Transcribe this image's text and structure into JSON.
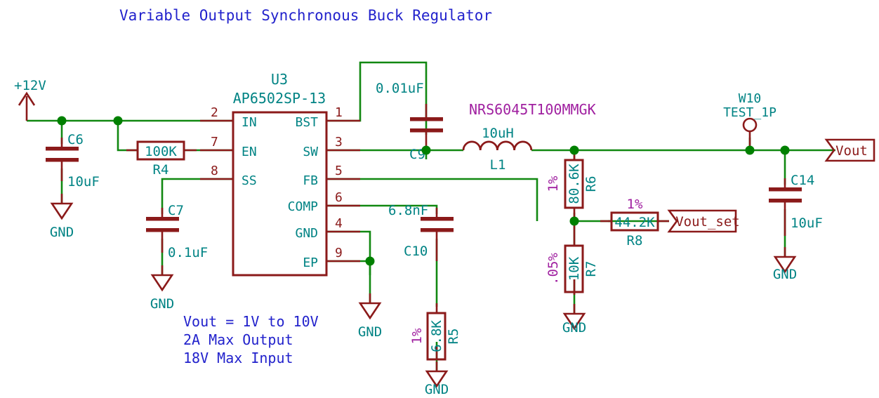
{
  "sheet": {
    "title": "Variable Output Synchronous Buck Regulator",
    "colors": {
      "title_blue": "#2222cc",
      "component_red": "#8b1a1a",
      "label_teal": "#008384",
      "wire_green": "#118811",
      "value_purple": "#a020a0",
      "junction_green": "#008000",
      "background": "#ffffff"
    },
    "notes": [
      "Vout = 1V to 10V",
      "2A Max Output",
      "18V Max Input"
    ]
  },
  "ic": {
    "reference": "U3",
    "part_number": "AP6502SP-13",
    "pins_left": [
      {
        "number": "2",
        "name": "IN"
      },
      {
        "number": "7",
        "name": "EN"
      },
      {
        "number": "8",
        "name": "SS"
      }
    ],
    "pins_right": [
      {
        "number": "1",
        "name": "BST"
      },
      {
        "number": "3",
        "name": "SW"
      },
      {
        "number": "5",
        "name": "FB"
      },
      {
        "number": "6",
        "name": "COMP"
      },
      {
        "number": "4",
        "name": "GND"
      },
      {
        "number": "9",
        "name": "EP"
      }
    ]
  },
  "power_symbols": {
    "input": "+12V",
    "gnd": "GND"
  },
  "capacitors": [
    {
      "reference": "C6",
      "value": "10uF"
    },
    {
      "reference": "C7",
      "value": "0.1uF"
    },
    {
      "reference": "C9",
      "value": "0.01uF"
    },
    {
      "reference": "C10",
      "value": "6.8nF"
    },
    {
      "reference": "C14",
      "value": "10uF"
    }
  ],
  "resistors": [
    {
      "reference": "R4",
      "value": "100K",
      "tolerance": ""
    },
    {
      "reference": "R5",
      "value": "6.8K",
      "tolerance": "1%"
    },
    {
      "reference": "R6",
      "value": "80.6K",
      "tolerance": "1%"
    },
    {
      "reference": "R7",
      "value": "10K",
      "tolerance": ".05%"
    },
    {
      "reference": "R8",
      "value": "44.2K",
      "tolerance": "1%"
    }
  ],
  "inductor": {
    "reference": "L1",
    "value": "10uH",
    "part_number": "NRS6045T100MMGK"
  },
  "testpoint": {
    "reference": "W10",
    "part_number": "TEST_1P"
  },
  "hier_labels": [
    {
      "name": "Vout"
    },
    {
      "name": "Vout_set"
    }
  ],
  "gnd_labels": [
    "GND",
    "GND",
    "GND",
    "GND",
    "GND",
    "GND"
  ]
}
